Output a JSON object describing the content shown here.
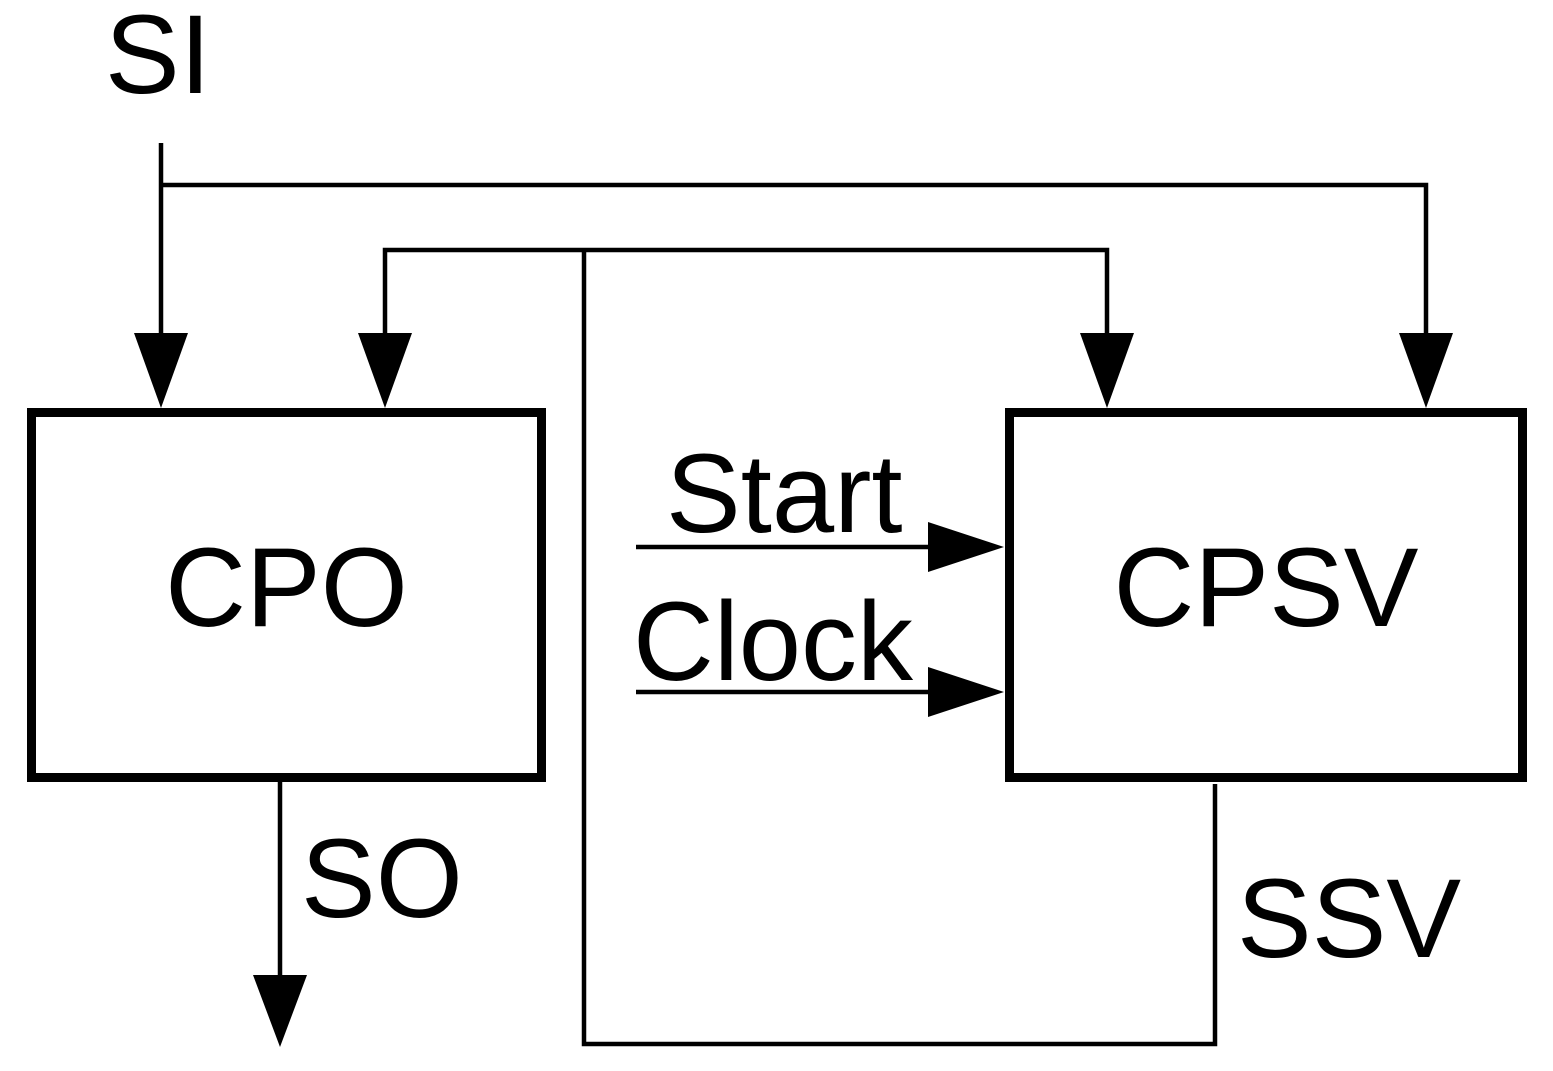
{
  "diagram": {
    "type": "block-diagram",
    "background": "#ffffff",
    "line_color": "#000000",
    "blocks": {
      "cpo": {
        "label": "CPO"
      },
      "cpsv": {
        "label": "CPSV"
      }
    },
    "signals": {
      "si": {
        "label": "SI"
      },
      "so": {
        "label": "SO"
      },
      "start": {
        "label": "Start"
      },
      "clock": {
        "label": "Clock"
      },
      "ssv": {
        "label": "SSV"
      }
    }
  }
}
